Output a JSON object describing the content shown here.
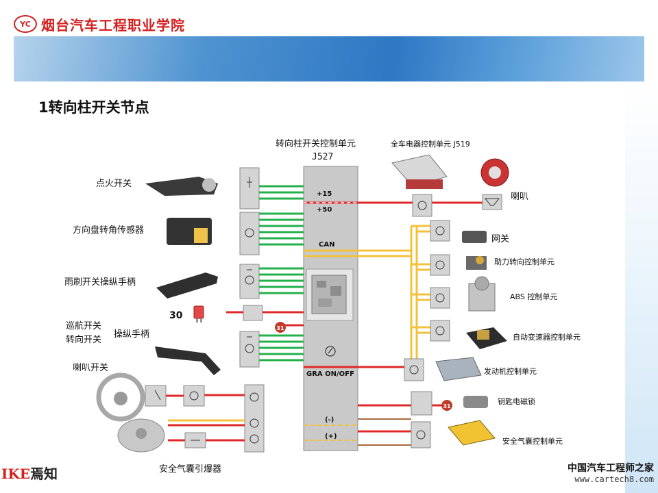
{
  "header": {
    "school": "烟台汽车工程职业学院",
    "emblem": "YC"
  },
  "title": "1转向柱开关节点",
  "center": {
    "unit_label": "转向柱开关控制单元",
    "unit_code": "J527",
    "signal_15": "+15",
    "signal_50": "+50",
    "signal_can": "CAN",
    "signal_gra": "GRA ON/OFF",
    "signal_minus": "(-)",
    "signal_plus": "(+)"
  },
  "top_right": {
    "label": "全车电器控制单元 J519"
  },
  "left_items": [
    "点火开关",
    "方向盘转角传感器",
    "雨刷开关操纵手柄",
    "巡航开关",
    "转向开关",
    "操纵手柄",
    "喇叭开关",
    "安全气囊引爆器"
  ],
  "fuse_label": "30",
  "badge_label": "31",
  "right_items": [
    "喇叭",
    "网关",
    "助力转向控制单元",
    "ABS 控制单元",
    "自动变速器控制单元",
    "发动机控制单元",
    "钥匙电磁锁",
    "安全气囊控制单元"
  ],
  "footer": {
    "ike_main": "IKE",
    "ike_sub": "焉知",
    "site_name": "中国汽车工程师之家",
    "site_url": "www.cartech8.com"
  },
  "colors": {
    "red": "#e02828",
    "green": "#22b04a",
    "yellow": "#f3c23a",
    "gray": "#9a9a9a"
  }
}
